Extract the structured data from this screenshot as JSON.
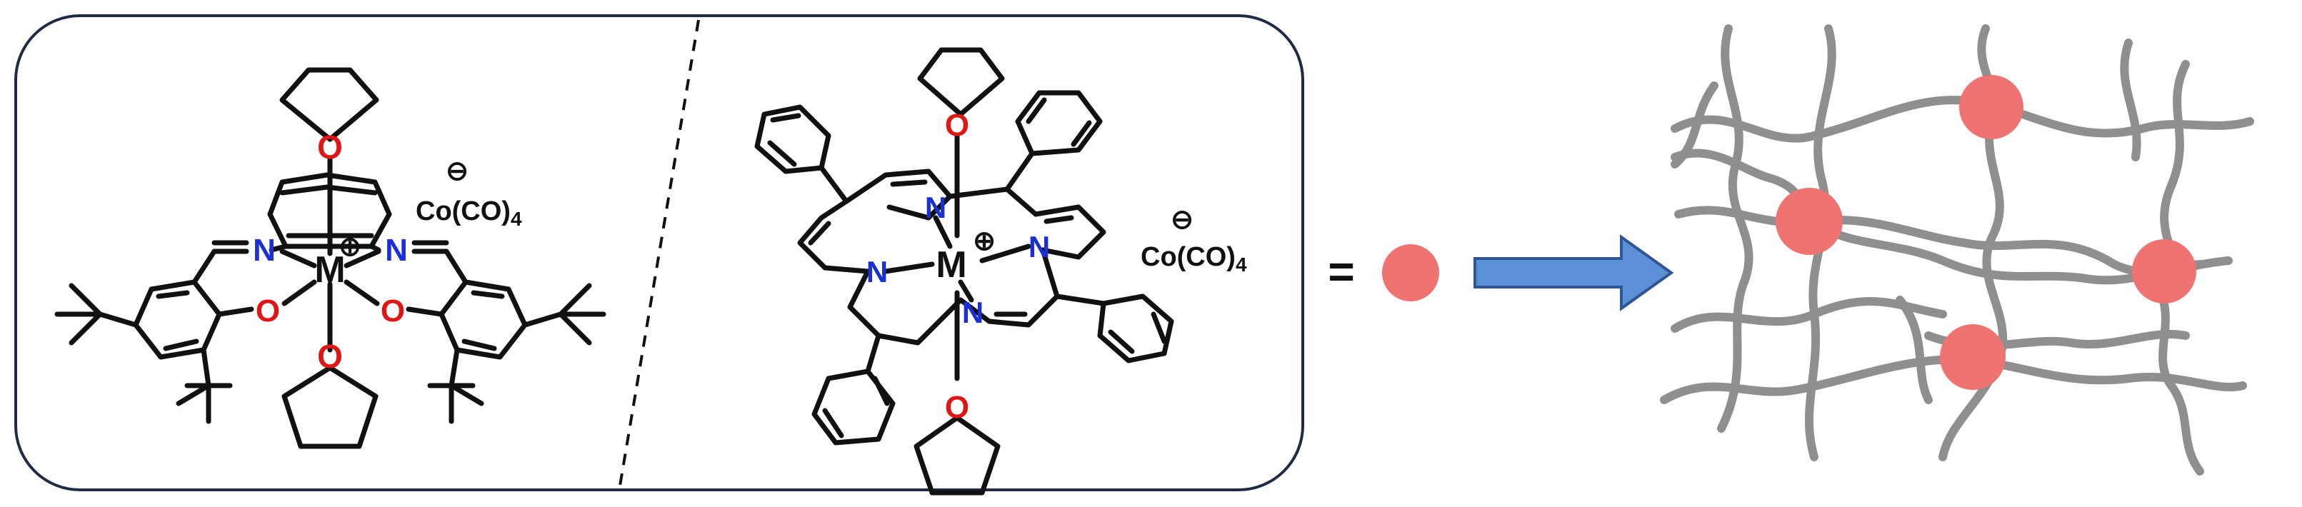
{
  "left_panel": {
    "salen": {
      "metal": "M",
      "nitrogen": "N",
      "oxygen": "O",
      "anion": "Co(CO)",
      "anion_subscript": "4",
      "charge": "⊕",
      "anion_charge": "⊖"
    },
    "porphyrin": {
      "metal": "M",
      "nitrogen": "N",
      "oxygen": "O",
      "anion": "Co(CO)",
      "anion_subscript": "4",
      "charge": "⊕",
      "anion_charge": "⊖"
    }
  },
  "equals_sign": "=",
  "colors": {
    "panel_border": "#1f2a44",
    "bond": "#111111",
    "nitrogen": "#1a2fd6",
    "oxygen": "#e01515",
    "catalyst_dot": "#ef7370",
    "arrow_fill": "#5b8fd6",
    "arrow_stroke": "#2f5597",
    "network_strand": "#8f8f8f"
  },
  "icons": {
    "catalyst_symbol": "red-circle",
    "transformation": "right-block-arrow"
  }
}
